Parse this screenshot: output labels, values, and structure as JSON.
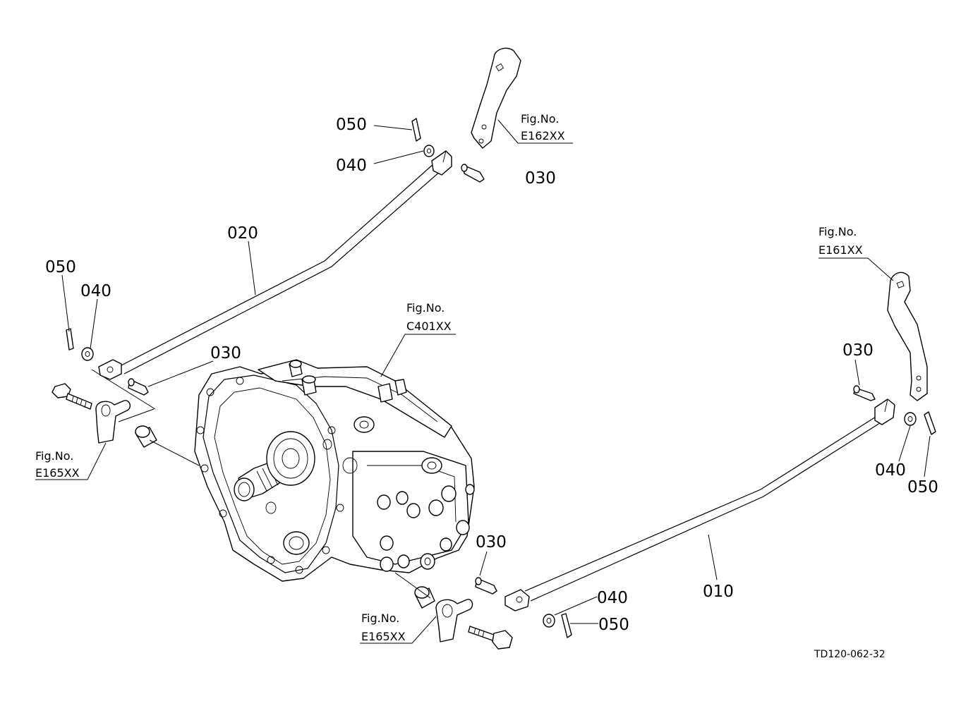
{
  "labels": {
    "p050_top": "050",
    "p040_top": "040",
    "p030_top": "030",
    "p020": "020",
    "p050_left": "050",
    "p040_left": "040",
    "p030_left": "030",
    "p030_right": "030",
    "p040_right": "040",
    "p050_right": "050",
    "p030_bottom": "030",
    "p040_bottom": "040",
    "p050_bottom": "050",
    "p010": "010"
  },
  "fig_refs": {
    "e162": {
      "line1": "Fig.No.",
      "line2": "E162XX"
    },
    "e161": {
      "line1": "Fig.No.",
      "line2": "E161XX"
    },
    "c401": {
      "line1": "Fig.No.",
      "line2": "C401XX"
    },
    "e165_left": {
      "line1": "Fig.No.",
      "line2": "E165XX"
    },
    "e165_bottom": {
      "line1": "Fig.No.",
      "line2": "E165XX"
    }
  },
  "drawing_id": "TD120-062-32"
}
